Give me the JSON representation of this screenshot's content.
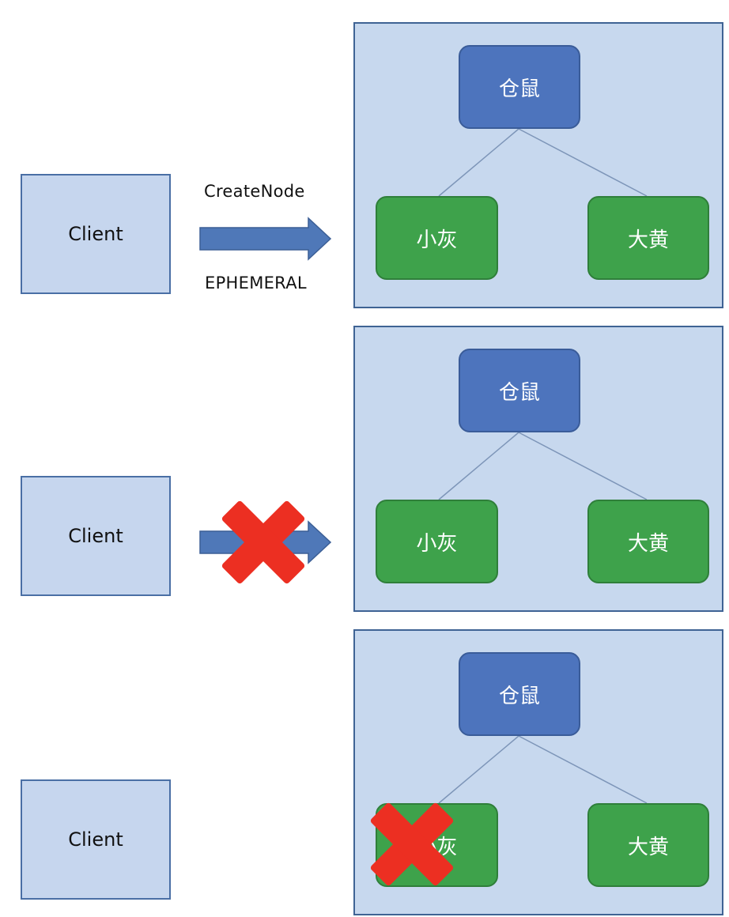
{
  "colors": {
    "client_fill": "#c6d6ee",
    "client_border": "#4a6fa5",
    "server_fill": "#c7d8ee",
    "parent_node_fill": "#4d74bd",
    "child_node_fill": "#3ea24b",
    "arrow_fill": "#4f78b8",
    "cross_fill": "#ec2f22"
  },
  "panels": [
    {
      "client_label": "Client",
      "arrow_top_label": "CreateNode",
      "arrow_bottom_label": "EPHEMERAL",
      "arrow_shown": true,
      "arrow_crossed": false,
      "parent_node": "仓鼠",
      "child_left": "小灰",
      "child_right": "大黄",
      "child_left_crossed": false
    },
    {
      "client_label": "Client",
      "arrow_shown": true,
      "arrow_crossed": true,
      "parent_node": "仓鼠",
      "child_left": "小灰",
      "child_right": "大黄",
      "child_left_crossed": false
    },
    {
      "client_label": "Client",
      "arrow_shown": false,
      "arrow_crossed": false,
      "parent_node": "仓鼠",
      "child_left": "小灰",
      "child_right": "大黄",
      "child_left_crossed": true
    }
  ]
}
